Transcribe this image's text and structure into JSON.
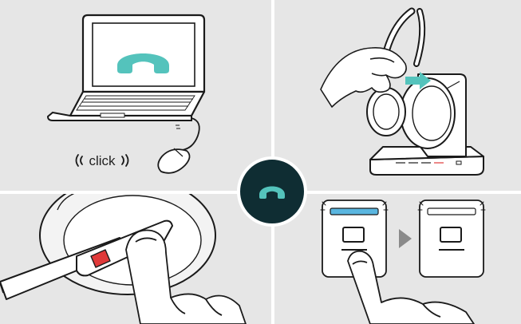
{
  "panels": {
    "computer": {
      "click_label": "click",
      "icon": "phone-handset-icon"
    },
    "headset_dock": {
      "icon": "headset-icon"
    },
    "headset_button": {
      "icon": "call-control-button-icon"
    },
    "base_station_led": {
      "states": [
        "led-blue-on",
        "led-off"
      ],
      "icon": "phone-key-icon"
    }
  },
  "hub": {
    "icon": "hang-up-icon"
  },
  "colors": {
    "background": "#e6e6e6",
    "divider": "#ffffff",
    "accent_teal": "#54c3bc",
    "hub_dark": "#0f2d33",
    "led_blue": "#5ab6e0",
    "button_red": "#e03a3a",
    "line": "#1a1a1a"
  }
}
